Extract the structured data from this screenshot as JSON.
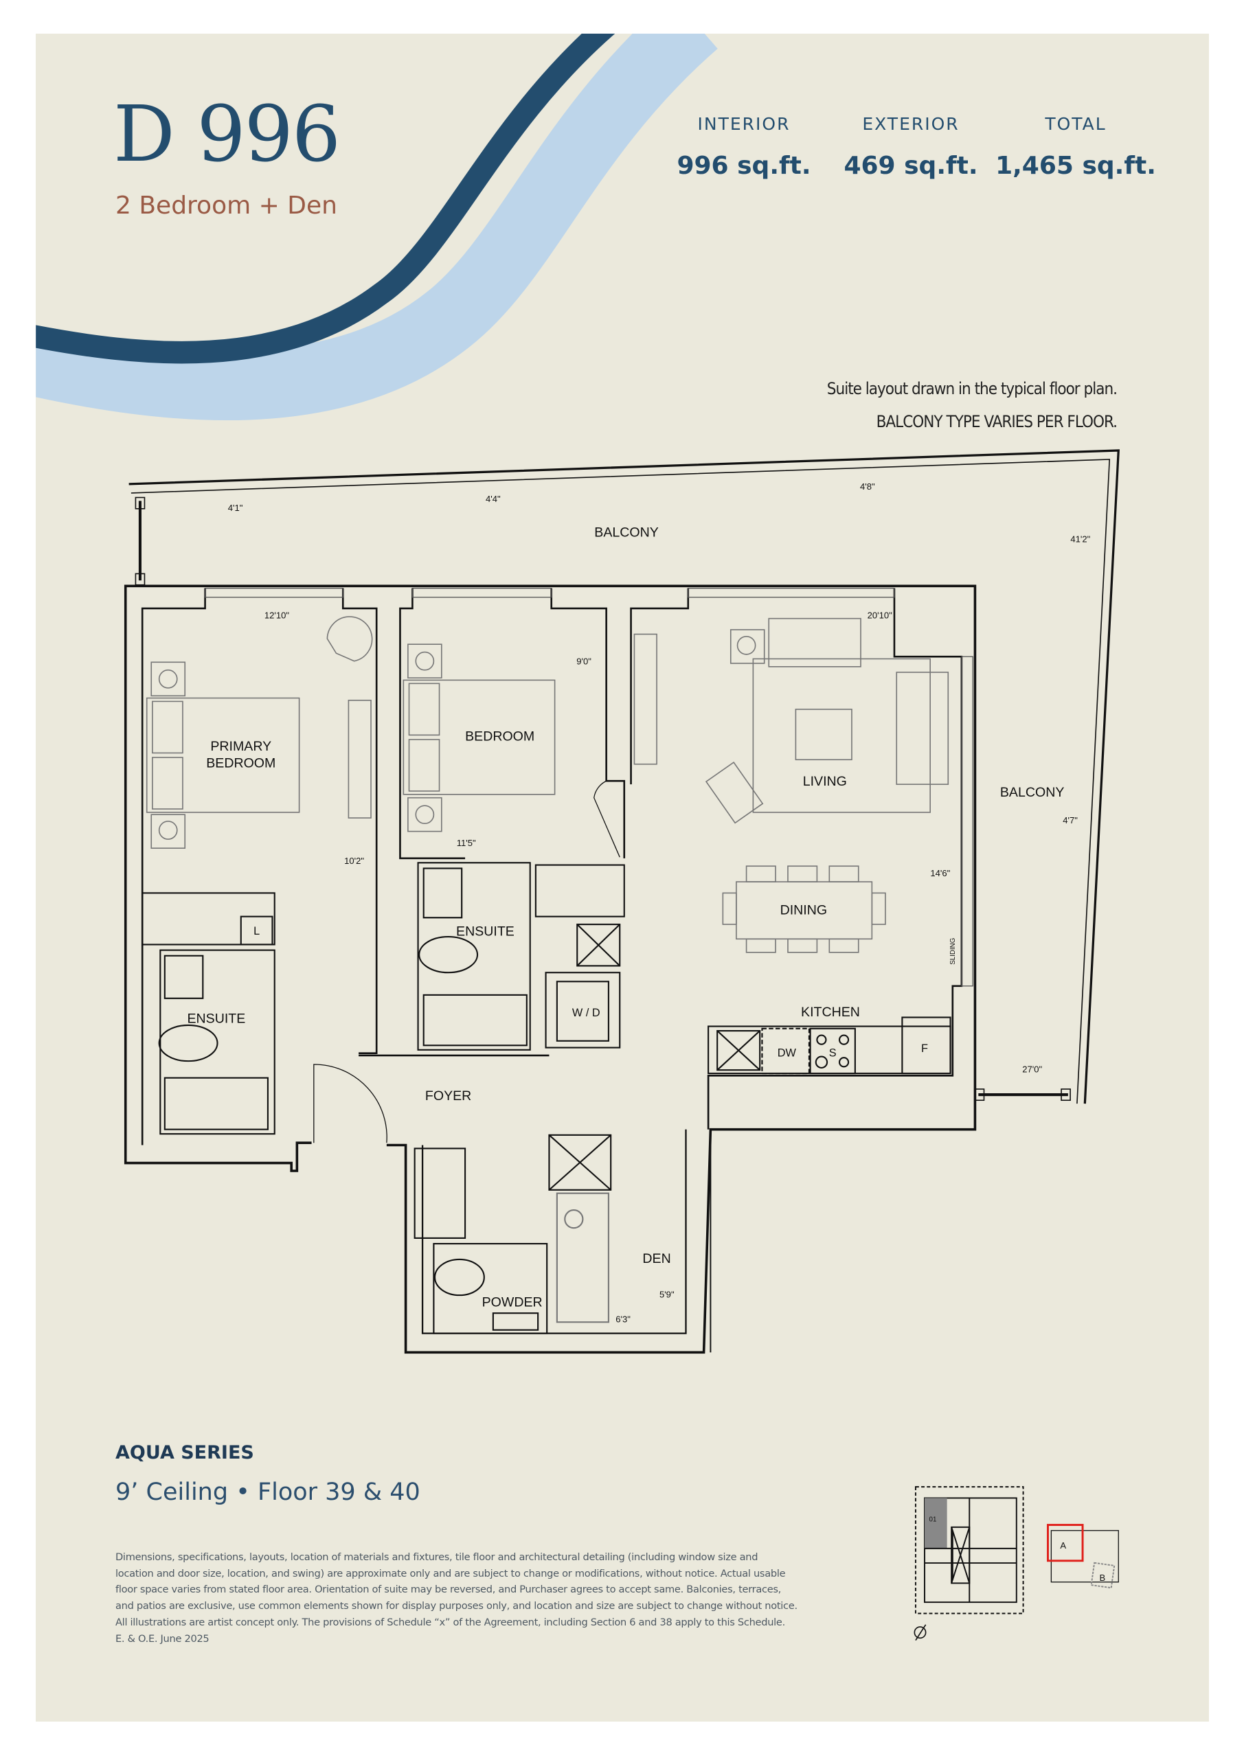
{
  "header": {
    "unit_name": "D 996",
    "unit_type": "2 Bedroom + Den",
    "areas": [
      {
        "label": "INTERIOR",
        "value": "996 sq.ft."
      },
      {
        "label": "EXTERIOR",
        "value": "469 sq.ft."
      },
      {
        "label": "TOTAL",
        "value": "1,465 sq.ft."
      }
    ],
    "note_line1": "Suite layout drawn in the typical floor plan.",
    "note_line2": "BALCONY TYPE VARIES PER FLOOR."
  },
  "colors": {
    "brand_navy": "#234d6e",
    "wave_light": "#bdd5ea",
    "accent_brown": "#9a5a45",
    "paper": "#ebe9dc",
    "keyplan_highlight": "#e0201b"
  },
  "floorplan": {
    "rooms": {
      "balcony_top": "BALCONY",
      "balcony_right": "BALCONY",
      "primary_bedroom_1": "PRIMARY",
      "primary_bedroom_2": "BEDROOM",
      "bedroom": "BEDROOM",
      "living": "LIVING",
      "dining": "DINING",
      "kitchen": "KITCHEN",
      "ensuite_1": "ENSUITE",
      "ensuite_2": "ENSUITE",
      "foyer": "FOYER",
      "den": "DEN",
      "powder": "POWDER",
      "wd": "W / D",
      "linen": "L",
      "dishwasher": "DW",
      "stove": "S",
      "fridge": "F",
      "sliding": "SLIDING"
    },
    "dimensions": {
      "bal_4_1": "4'1\"",
      "bal_4_4": "4'4\"",
      "bal_4_8": "4'8\"",
      "bal_41_2": "41'2\"",
      "bal_4_7": "4'7\"",
      "bal_27_0": "27'0\"",
      "primary_12_10": "12'10\"",
      "primary_10_2": "10'2\"",
      "bedroom_9_0": "9'0\"",
      "bedroom_11_5": "11'5\"",
      "living_20_10": "20'10\"",
      "living_14_6": "14'6\"",
      "den_5_9": "5'9\"",
      "den_6_3": "6'3\""
    }
  },
  "footer": {
    "series": "AQUA SERIES",
    "ceiling_floor": "9’ Ceiling • Floor 39 & 40",
    "disclaimer": [
      "Dimensions, specifications, layouts, location of materials and fixtures, tile floor and architectural detailing (including window size and",
      "location and door size, location, and swing) are approximate only and are subject to change or modifications, without notice. Actual usable",
      "floor space varies from stated floor area. Orientation of suite may be reversed, and Purchaser agrees to accept same. Balconies, terraces,",
      "and patios are exclusive, use common elements shown for display purposes only, and location and size are subject to change without notice.",
      "All illustrations are artist concept only. The provisions of Schedule “x” of the Agreement, including Section 6 and 38 apply to this Schedule.",
      "E. & O.E. June 2025"
    ],
    "keyplan": {
      "unit_number": "01",
      "building_a": "A",
      "building_b": "B"
    }
  }
}
